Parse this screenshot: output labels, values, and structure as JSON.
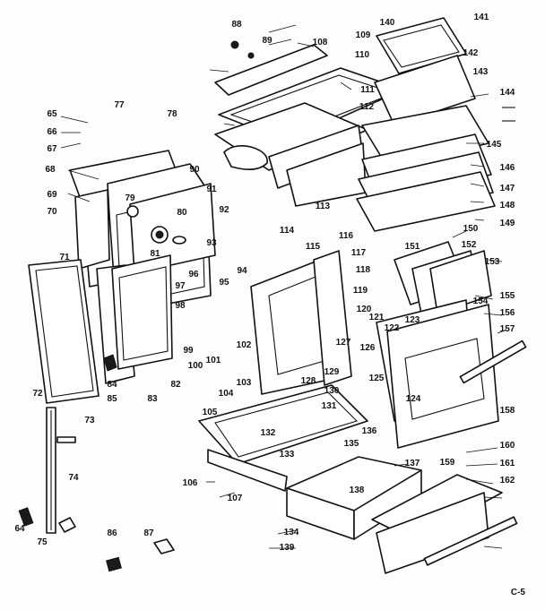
{
  "callouts": [
    "65",
    "66",
    "67",
    "68",
    "69",
    "70",
    "71",
    "72",
    "73",
    "74",
    "75",
    "77",
    "78",
    "79",
    "80",
    "81",
    "82",
    "83",
    "84",
    "85",
    "86",
    "87",
    "88",
    "89",
    "90",
    "91",
    "92",
    "93",
    "94",
    "95",
    "96",
    "97",
    "98",
    "99",
    "100",
    "101",
    "102",
    "103",
    "104",
    "105",
    "106",
    "107",
    "108",
    "109",
    "110",
    "111",
    "112",
    "113",
    "114",
    "115",
    "116",
    "117",
    "118",
    "119",
    "120",
    "121",
    "122",
    "123",
    "124",
    "125",
    "126",
    "127",
    "128",
    "129",
    "130",
    "131",
    "132",
    "133",
    "134",
    "135",
    "136",
    "137",
    "138",
    "139",
    "140",
    "141",
    "142",
    "143",
    "144",
    "145",
    "146",
    "147",
    "148",
    "149",
    "150",
    "151",
    "152",
    "153",
    "154",
    "155",
    "156",
    "157",
    "158",
    "159",
    "160",
    "161",
    "162",
    "64"
  ],
  "sheet_code": "C-5"
}
